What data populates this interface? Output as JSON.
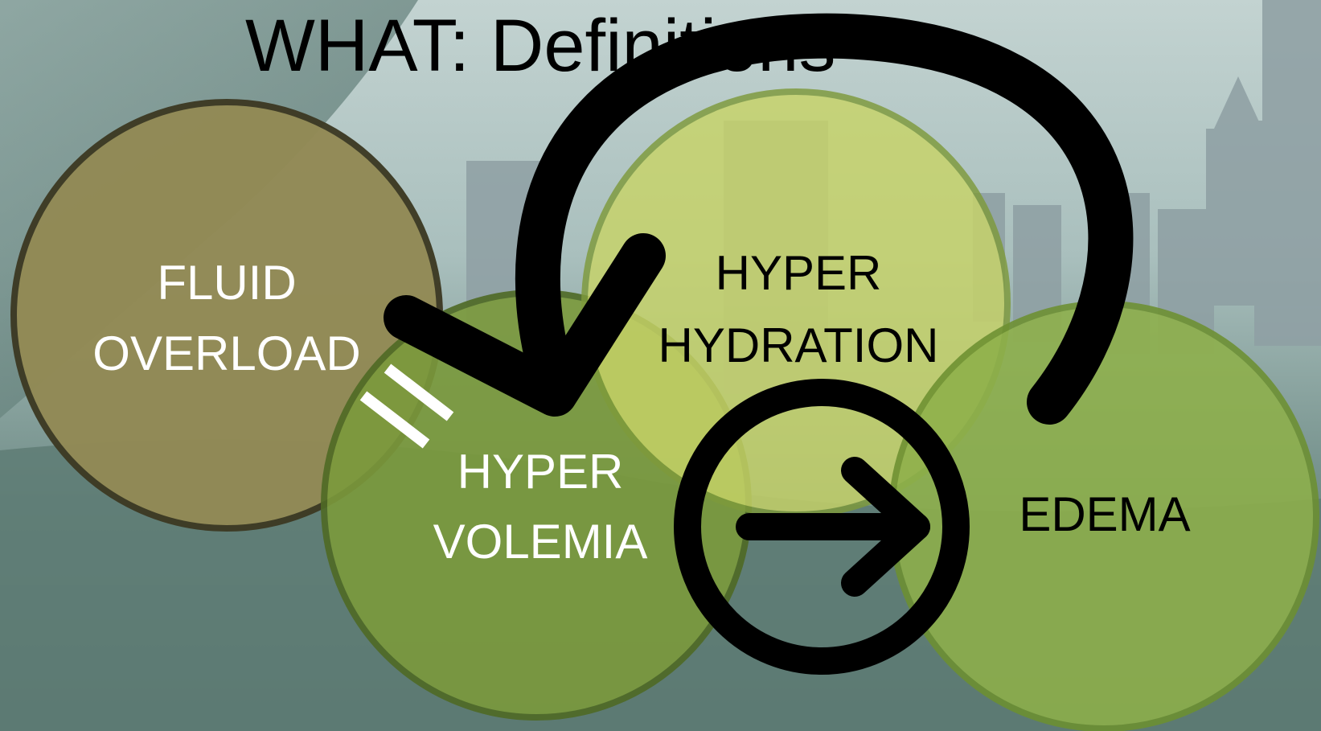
{
  "slide": {
    "title": "WHAT: Definitions"
  },
  "circles": {
    "fluid_overload": {
      "line1": "FLUID",
      "line2": "OVERLOAD",
      "fill": "#928a55",
      "stroke": "#3d3a24",
      "text_color": "#ffffff"
    },
    "hypervolemia": {
      "line1": "HYPER",
      "line2": "VOLEMIA",
      "fill": "#7b9a3c",
      "stroke": "#4f6a25",
      "text_color": "#ffffff"
    },
    "hyperhydration": {
      "line1": "HYPER",
      "line2": "HYDRATION",
      "fill": "#c8d468",
      "stroke": "#7e9a3b",
      "text_color": "#000000"
    },
    "edema": {
      "line1": "EDEMA",
      "fill": "#8eb04a",
      "stroke": "#6d9031",
      "text_color": "#000000"
    }
  },
  "symbols": {
    "equals_color": "#ffffff",
    "arrow_color": "#000000"
  },
  "colors": {
    "sky": "#b9ccc9",
    "water": "#5f7f78",
    "buildings": "#8a9da0"
  }
}
